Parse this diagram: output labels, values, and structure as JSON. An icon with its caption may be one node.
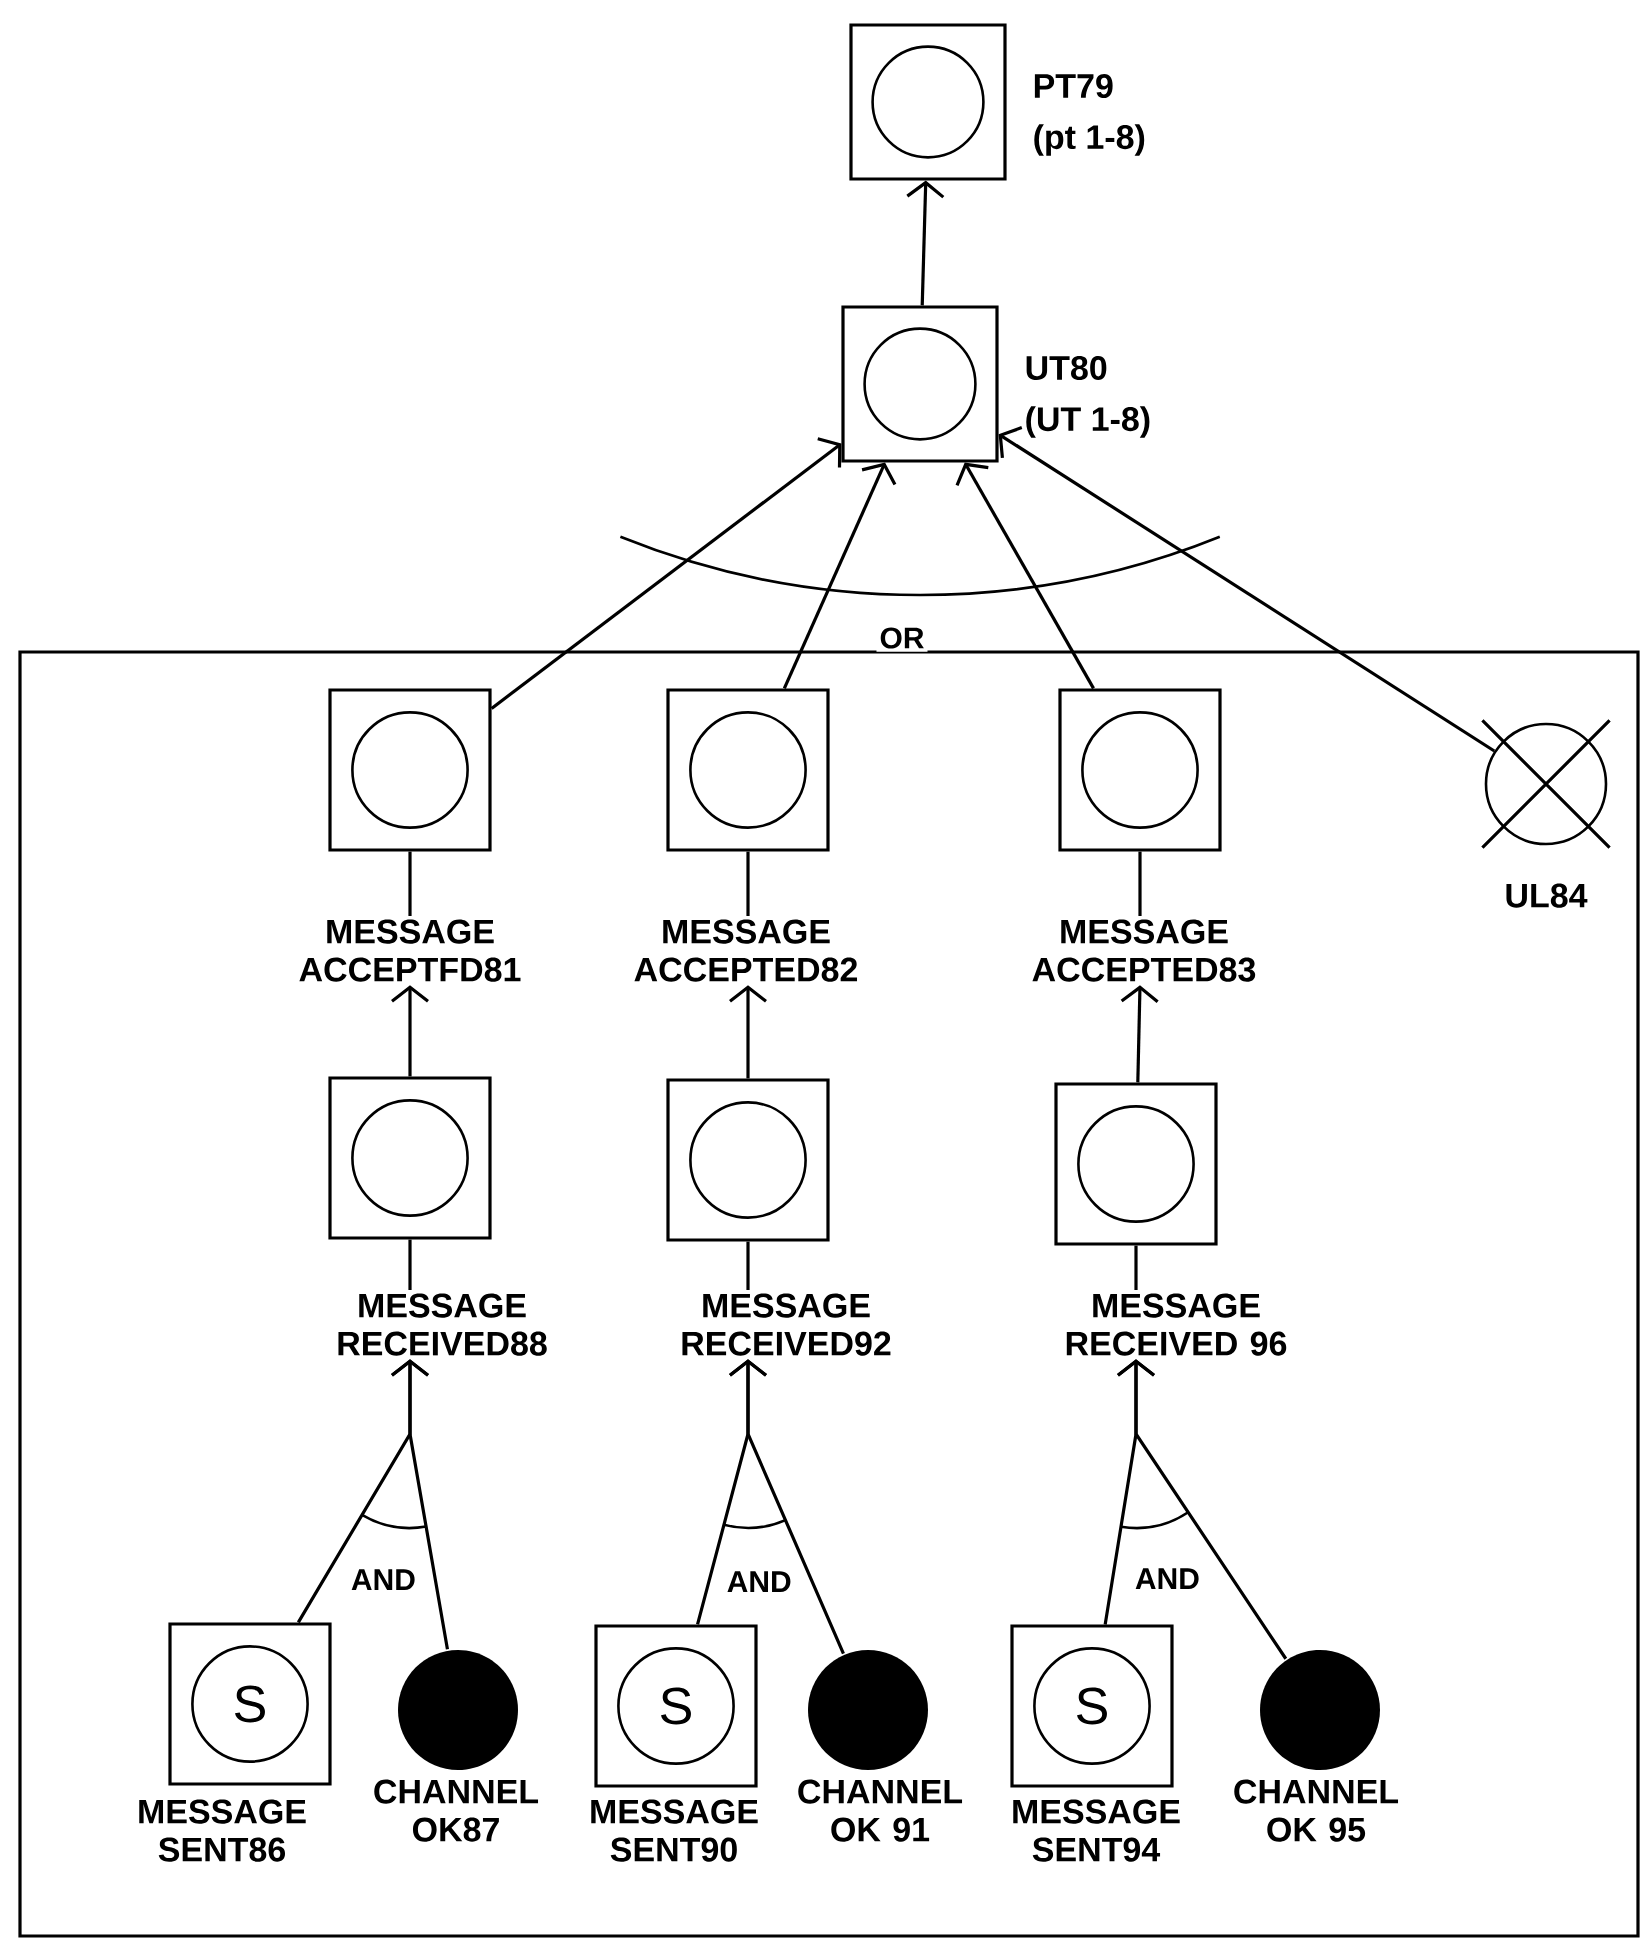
{
  "diagram": {
    "nodes": [
      {
        "text": [
          "PT79",
          "(pt 1-8)"
        ]
      },
      {
        "text": [
          "UT80",
          "(UT 1-8)"
        ]
      },
      {
        "text": [
          "MESSAGE ACCEPTFD81"
        ]
      },
      {
        "text": [
          "MESSAGE ACCEPTED82"
        ]
      },
      {
        "text": [
          "MESSAGE ACCEPTED83"
        ]
      },
      {
        "text": [
          "UL84"
        ]
      },
      {
        "text": [
          "MESSAGE RECEIVED88"
        ]
      },
      {
        "text": [
          "MESSAGE RECEIVED92"
        ]
      },
      {
        "text": [
          "MESSAGE RECEIVED 96"
        ]
      },
      {
        "text": [
          "S",
          "MESSAGE SENT86"
        ]
      },
      {
        "text": [
          "CHANNEL OK87"
        ]
      },
      {
        "text": [
          "S",
          "MESSAGE SENT90"
        ]
      },
      {
        "text": [
          "CHANNEL OK 91"
        ]
      },
      {
        "text": [
          "S",
          "MESSAGE SENT94"
        ]
      },
      {
        "text": [
          "CHANNEL OK 95"
        ]
      }
    ],
    "edges": [
      {
        "from": 1,
        "to": 0,
        "arrow": "to"
      },
      {
        "from": 2,
        "to": 1,
        "arrow": "to"
      },
      {
        "from": 3,
        "to": 1,
        "arrow": "to"
      },
      {
        "from": 4,
        "to": 1,
        "arrow": "to"
      },
      {
        "from": 5,
        "to": 1,
        "arrow": "to"
      },
      {
        "from": 6,
        "to": 2,
        "arrow": "to"
      },
      {
        "from": 7,
        "to": 3,
        "arrow": "to"
      },
      {
        "from": 8,
        "to": 4,
        "arrow": "to"
      },
      {
        "from": 9,
        "to": 6,
        "arrow": "to"
      },
      {
        "from": 10,
        "to": 6,
        "arrow": "to"
      },
      {
        "from": 11,
        "to": 7,
        "arrow": "to"
      },
      {
        "from": 12,
        "to": 7,
        "arrow": "to"
      },
      {
        "from": 13,
        "to": 8,
        "arrow": "to"
      },
      {
        "from": 14,
        "to": 8,
        "arrow": "to"
      }
    ],
    "labels": [
      "OR",
      "AND",
      "AND",
      "AND"
    ]
  }
}
